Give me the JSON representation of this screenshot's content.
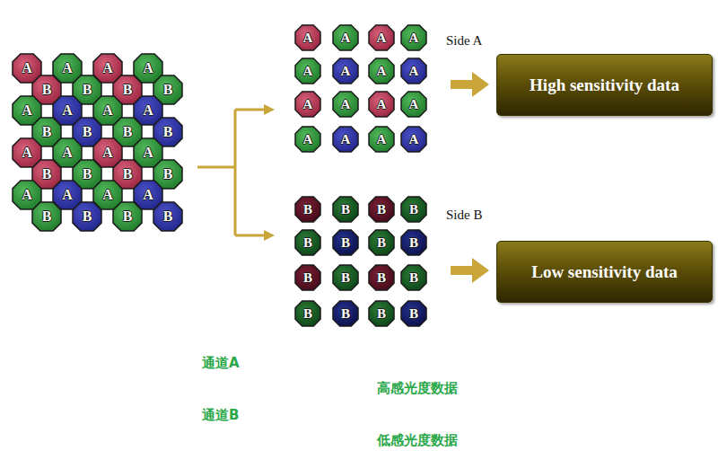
{
  "diagram": {
    "nodes": [
      {
        "text": [
          "A"
        ]
      },
      {
        "text": [
          "A"
        ]
      },
      {
        "text": [
          "A"
        ]
      },
      {
        "text": [
          "A"
        ]
      },
      {
        "text": [
          "B"
        ]
      },
      {
        "text": [
          "B"
        ]
      },
      {
        "text": [
          "B"
        ]
      },
      {
        "text": [
          "B"
        ]
      },
      {
        "text": [
          "A"
        ]
      },
      {
        "text": [
          "A"
        ]
      },
      {
        "text": [
          "A"
        ]
      },
      {
        "text": [
          "A"
        ]
      },
      {
        "text": [
          "B"
        ]
      },
      {
        "text": [
          "B"
        ]
      },
      {
        "text": [
          "B"
        ]
      },
      {
        "text": [
          "B"
        ]
      },
      {
        "text": [
          "A"
        ]
      },
      {
        "text": [
          "A"
        ]
      },
      {
        "text": [
          "A"
        ]
      },
      {
        "text": [
          "A"
        ]
      },
      {
        "text": [
          "B"
        ]
      },
      {
        "text": [
          "B"
        ]
      },
      {
        "text": [
          "B"
        ]
      },
      {
        "text": [
          "B"
        ]
      },
      {
        "text": [
          "A"
        ]
      },
      {
        "text": [
          "A"
        ]
      },
      {
        "text": [
          "A"
        ]
      },
      {
        "text": [
          "A"
        ]
      },
      {
        "text": [
          "B"
        ]
      },
      {
        "text": [
          "B"
        ]
      },
      {
        "text": [
          "B"
        ]
      },
      {
        "text": [
          "B"
        ]
      },
      {
        "text": [
          "A"
        ]
      },
      {
        "text": [
          "A"
        ]
      },
      {
        "text": [
          "A"
        ]
      },
      {
        "text": [
          "A"
        ]
      },
      {
        "text": [
          "A"
        ]
      },
      {
        "text": [
          "A"
        ]
      },
      {
        "text": [
          "A"
        ]
      },
      {
        "text": [
          "A"
        ]
      },
      {
        "text": [
          "A"
        ]
      },
      {
        "text": [
          "A"
        ]
      },
      {
        "text": [
          "A"
        ]
      },
      {
        "text": [
          "A"
        ]
      },
      {
        "text": [
          "A"
        ]
      },
      {
        "text": [
          "A"
        ]
      },
      {
        "text": [
          "A"
        ]
      },
      {
        "text": [
          "A"
        ]
      },
      {
        "text": [
          "High sensitivity data"
        ]
      },
      {
        "text": [
          "B"
        ]
      },
      {
        "text": [
          "B"
        ]
      },
      {
        "text": [
          "B"
        ]
      },
      {
        "text": [
          "B"
        ]
      },
      {
        "text": [
          "B"
        ]
      },
      {
        "text": [
          "B"
        ]
      },
      {
        "text": [
          "B"
        ]
      },
      {
        "text": [
          "B"
        ]
      },
      {
        "text": [
          "B"
        ]
      },
      {
        "text": [
          "B"
        ]
      },
      {
        "text": [
          "B"
        ]
      },
      {
        "text": [
          "B"
        ]
      },
      {
        "text": [
          "B"
        ]
      },
      {
        "text": [
          "B"
        ]
      },
      {
        "text": [
          "B"
        ]
      },
      {
        "text": [
          "B"
        ]
      },
      {
        "text": [
          "Low sensitivity data"
        ]
      }
    ],
    "labels": [
      "Side A",
      "Side B",
      "通道A",
      "高感光度数据",
      "通道B",
      "低感光度数据"
    ]
  }
}
